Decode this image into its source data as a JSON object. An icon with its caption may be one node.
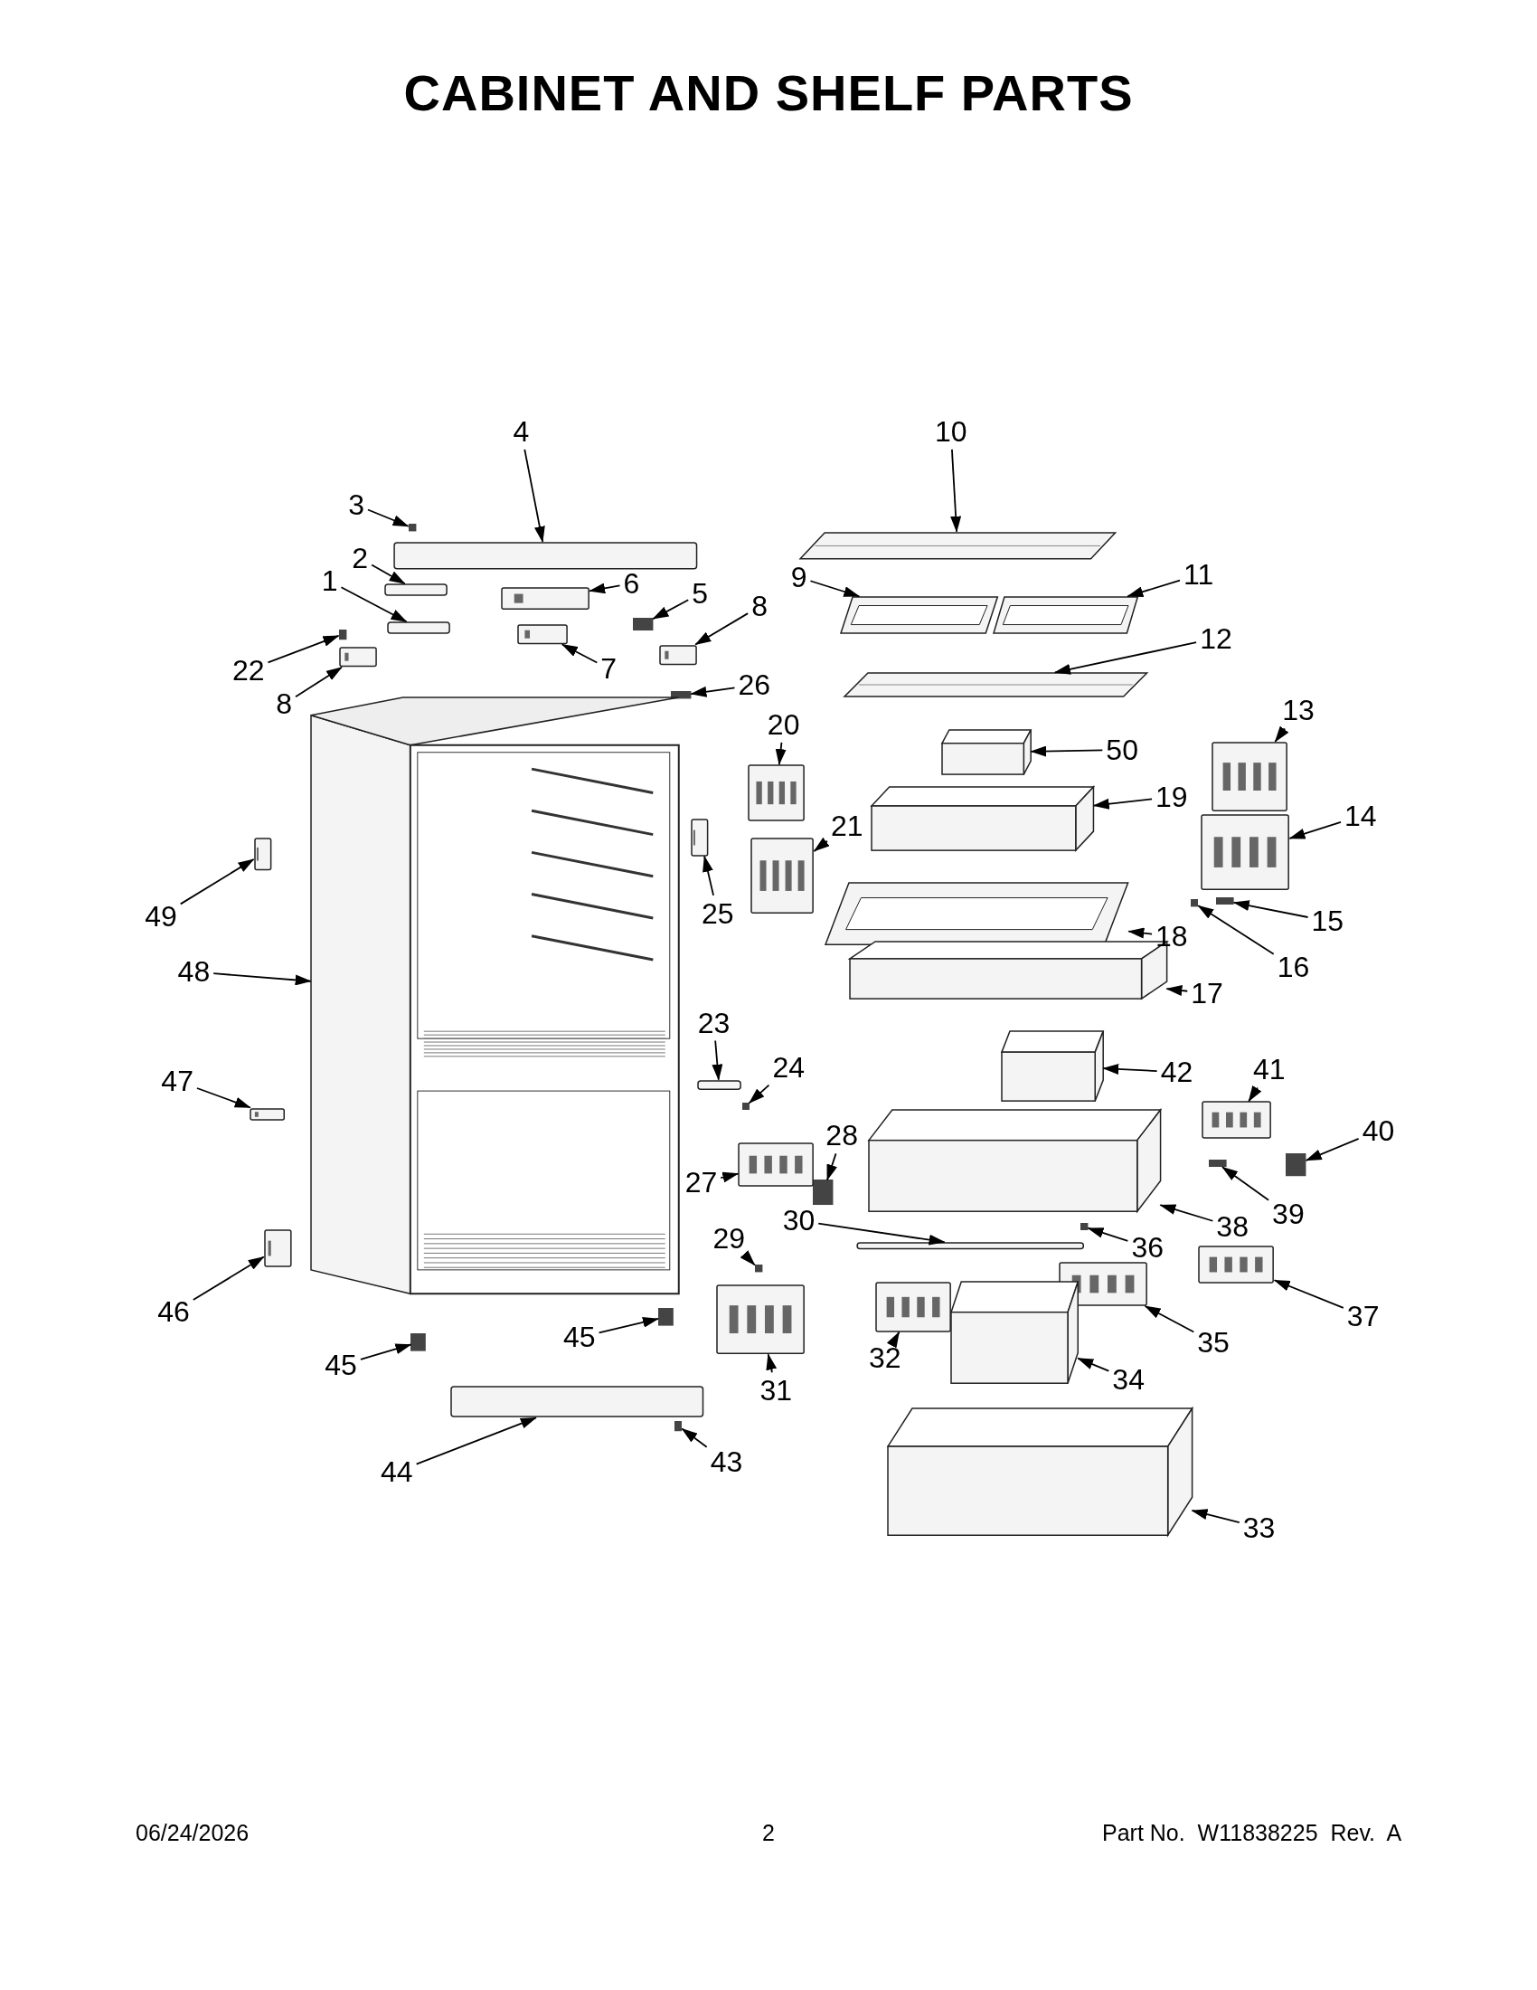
{
  "diagram": {
    "title": "CABINET AND SHELF PARTS",
    "nodes": [
      {
        "text": [
          "4"
        ]
      },
      {
        "text": [],
        "shape": "bar"
      },
      {
        "text": [
          "3"
        ]
      },
      {
        "text": [],
        "shape": "box"
      },
      {
        "text": [
          "10"
        ]
      },
      {
        "text": [],
        "shape": "picture"
      },
      {
        "text": [
          "2"
        ]
      },
      {
        "text": [],
        "shape": "bar"
      },
      {
        "text": [
          "1"
        ]
      },
      {
        "text": [],
        "shape": "bar"
      },
      {
        "text": [
          "6"
        ]
      },
      {
        "text": [],
        "shape": "picture"
      },
      {
        "text": [
          "5"
        ]
      },
      {
        "text": [],
        "shape": "box"
      },
      {
        "text": [
          "8"
        ]
      },
      {
        "text": [],
        "shape": "picture"
      },
      {
        "text": [
          "9"
        ]
      },
      {
        "text": [],
        "shape": "picture"
      },
      {
        "text": [
          "11"
        ]
      },
      {
        "text": [],
        "shape": "picture"
      },
      {
        "text": [
          "12"
        ]
      },
      {
        "text": [],
        "shape": "picture"
      },
      {
        "text": [
          "22"
        ]
      },
      {
        "text": [],
        "shape": "box"
      },
      {
        "text": [
          "8"
        ]
      },
      {
        "text": [],
        "shape": "picture"
      },
      {
        "text": [
          "7"
        ]
      },
      {
        "text": [],
        "shape": "picture"
      },
      {
        "text": [
          "26"
        ]
      },
      {
        "text": [],
        "shape": "box"
      },
      {
        "text": [
          "20"
        ]
      },
      {
        "text": [],
        "shape": "picture"
      },
      {
        "text": [
          "13"
        ]
      },
      {
        "text": [],
        "shape": "picture"
      },
      {
        "text": [
          "50"
        ]
      },
      {
        "text": [],
        "shape": "box"
      },
      {
        "text": [
          "19"
        ]
      },
      {
        "text": [],
        "shape": "box"
      },
      {
        "text": [
          "14"
        ]
      },
      {
        "text": [],
        "shape": "picture"
      },
      {
        "text": [
          "21"
        ]
      },
      {
        "text": [],
        "shape": "picture"
      },
      {
        "text": [
          "25"
        ]
      },
      {
        "text": [],
        "shape": "picture"
      },
      {
        "text": [
          "49"
        ]
      },
      {
        "text": [],
        "shape": "picture"
      },
      {
        "text": [
          "48"
        ]
      },
      {
        "text": [],
        "shape": "picture"
      },
      {
        "text": [
          "18"
        ]
      },
      {
        "text": [],
        "shape": "picture"
      },
      {
        "text": [
          "15"
        ]
      },
      {
        "text": [],
        "shape": "box"
      },
      {
        "text": [
          "16"
        ]
      },
      {
        "text": [],
        "shape": "box"
      },
      {
        "text": [
          "17"
        ]
      },
      {
        "text": [],
        "shape": "box"
      },
      {
        "text": [
          "23"
        ]
      },
      {
        "text": [],
        "shape": "bar"
      },
      {
        "text": [
          "24"
        ]
      },
      {
        "text": [],
        "shape": "box"
      },
      {
        "text": [
          "47"
        ]
      },
      {
        "text": [],
        "shape": "picture"
      },
      {
        "text": [
          "42"
        ]
      },
      {
        "text": [],
        "shape": "box"
      },
      {
        "text": [
          "41"
        ]
      },
      {
        "text": [],
        "shape": "picture"
      },
      {
        "text": [
          "40"
        ]
      },
      {
        "text": [],
        "shape": "box"
      },
      {
        "text": [
          "28"
        ]
      },
      {
        "text": [],
        "shape": "box"
      },
      {
        "text": [
          "27"
        ]
      },
      {
        "text": [],
        "shape": "picture"
      },
      {
        "text": [
          "39"
        ]
      },
      {
        "text": [],
        "shape": "box"
      },
      {
        "text": [
          "38"
        ]
      },
      {
        "text": [],
        "shape": "box"
      },
      {
        "text": [
          "30"
        ]
      },
      {
        "text": [],
        "shape": "bar"
      },
      {
        "text": [
          "36"
        ]
      },
      {
        "text": [],
        "shape": "box"
      },
      {
        "text": [
          "29"
        ]
      },
      {
        "text": [],
        "shape": "box"
      },
      {
        "text": [
          "46"
        ]
      },
      {
        "text": [],
        "shape": "picture"
      },
      {
        "text": [
          "37"
        ]
      },
      {
        "text": [],
        "shape": "picture"
      },
      {
        "text": [
          "35"
        ]
      },
      {
        "text": [],
        "shape": "picture"
      },
      {
        "text": [
          "32"
        ]
      },
      {
        "text": [],
        "shape": "picture"
      },
      {
        "text": [
          "31"
        ]
      },
      {
        "text": [],
        "shape": "picture"
      },
      {
        "text": [
          "45"
        ]
      },
      {
        "text": [],
        "shape": "box"
      },
      {
        "text": [
          "45"
        ]
      },
      {
        "text": [],
        "shape": "box"
      },
      {
        "text": [
          "34"
        ]
      },
      {
        "text": [],
        "shape": "box"
      },
      {
        "text": [
          "44"
        ]
      },
      {
        "text": [],
        "shape": "bar"
      },
      {
        "text": [
          "43"
        ]
      },
      {
        "text": [],
        "shape": "box"
      },
      {
        "text": [
          "33"
        ]
      },
      {
        "text": [],
        "shape": "box"
      }
    ],
    "edges": [
      {
        "from": 0,
        "to": 1,
        "arrow": "to"
      },
      {
        "from": 2,
        "to": 3,
        "arrow": "to"
      },
      {
        "from": 4,
        "to": 5,
        "arrow": "to"
      },
      {
        "from": 6,
        "to": 7,
        "arrow": "to"
      },
      {
        "from": 8,
        "to": 9,
        "arrow": "to"
      },
      {
        "from": 10,
        "to": 11,
        "arrow": "to"
      },
      {
        "from": 12,
        "to": 13,
        "arrow": "to"
      },
      {
        "from": 14,
        "to": 15,
        "arrow": "to"
      },
      {
        "from": 16,
        "to": 17,
        "arrow": "to"
      },
      {
        "from": 18,
        "to": 19,
        "arrow": "to"
      },
      {
        "from": 20,
        "to": 21,
        "arrow": "to"
      },
      {
        "from": 22,
        "to": 23,
        "arrow": "to"
      },
      {
        "from": 24,
        "to": 25,
        "arrow": "to"
      },
      {
        "from": 26,
        "to": 27,
        "arrow": "to"
      },
      {
        "from": 28,
        "to": 29,
        "arrow": "to"
      },
      {
        "from": 30,
        "to": 31,
        "arrow": "to"
      },
      {
        "from": 32,
        "to": 33,
        "arrow": "to"
      },
      {
        "from": 34,
        "to": 35,
        "arrow": "to"
      },
      {
        "from": 36,
        "to": 37,
        "arrow": "to"
      },
      {
        "from": 38,
        "to": 39,
        "arrow": "to"
      },
      {
        "from": 40,
        "to": 41,
        "arrow": "to"
      },
      {
        "from": 42,
        "to": 43,
        "arrow": "to"
      },
      {
        "from": 44,
        "to": 45,
        "arrow": "to"
      },
      {
        "from": 46,
        "to": 47,
        "arrow": "to"
      },
      {
        "from": 48,
        "to": 49,
        "arrow": "to"
      },
      {
        "from": 50,
        "to": 51,
        "arrow": "to"
      },
      {
        "from": 52,
        "to": 53,
        "arrow": "to"
      },
      {
        "from": 54,
        "to": 55,
        "arrow": "to"
      },
      {
        "from": 56,
        "to": 57,
        "arrow": "to"
      },
      {
        "from": 58,
        "to": 59,
        "arrow": "to"
      },
      {
        "from": 60,
        "to": 61,
        "arrow": "to"
      },
      {
        "from": 62,
        "to": 63,
        "arrow": "to"
      },
      {
        "from": 64,
        "to": 65,
        "arrow": "to"
      },
      {
        "from": 66,
        "to": 67,
        "arrow": "to"
      },
      {
        "from": 68,
        "to": 69,
        "arrow": "to"
      },
      {
        "from": 70,
        "to": 71,
        "arrow": "to"
      },
      {
        "from": 72,
        "to": 73,
        "arrow": "to"
      },
      {
        "from": 74,
        "to": 75,
        "arrow": "to"
      },
      {
        "from": 76,
        "to": 77,
        "arrow": "to"
      },
      {
        "from": 78,
        "to": 79,
        "arrow": "to"
      },
      {
        "from": 80,
        "to": 81,
        "arrow": "to"
      },
      {
        "from": 82,
        "to": 83,
        "arrow": "to"
      },
      {
        "from": 84,
        "to": 85,
        "arrow": "to"
      },
      {
        "from": 86,
        "to": 87,
        "arrow": "to"
      },
      {
        "from": 88,
        "to": 89,
        "arrow": "to"
      },
      {
        "from": 90,
        "to": 91,
        "arrow": "to"
      },
      {
        "from": 92,
        "to": 93,
        "arrow": "to"
      },
      {
        "from": 94,
        "to": 95,
        "arrow": "to"
      },
      {
        "from": 96,
        "to": 97,
        "arrow": "to"
      },
      {
        "from": 98,
        "to": 99,
        "arrow": "to"
      },
      {
        "from": 100,
        "to": 101,
        "arrow": "to"
      },
      {
        "from": 102,
        "to": 103,
        "arrow": "to"
      }
    ],
    "labels": [
      "06/24/2026",
      "2",
      "Part No.  W11838225  Rev.  A"
    ]
  }
}
